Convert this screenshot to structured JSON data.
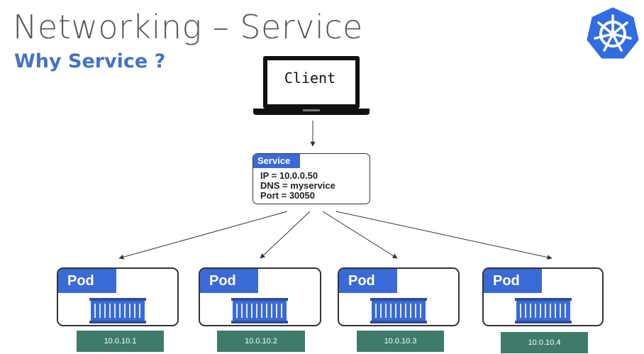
{
  "header": {
    "title": "Networking – Service",
    "subtitle": "Why Service ?"
  },
  "client": {
    "label": "Client"
  },
  "service": {
    "tab_label": "Service",
    "ip_line": "IP = 10.0.0.50",
    "dns_line": "DNS = myservice",
    "port_line": "Port = 30050"
  },
  "pods": [
    {
      "label": "Pod",
      "ip": "10.0.10.1"
    },
    {
      "label": "Pod",
      "ip": "10.0.10.2"
    },
    {
      "label": "Pod",
      "ip": "10.0.10.3"
    },
    {
      "label": "Pod",
      "ip": "10.0.10.4"
    }
  ],
  "colors": {
    "accent_blue": "#3a6ad6",
    "ip_green": "#3e7b6a",
    "subtitle_blue": "#4472c4",
    "kubernetes_blue": "#326ce5"
  },
  "icons": [
    "kubernetes-logo",
    "laptop-icon",
    "container-icon"
  ]
}
